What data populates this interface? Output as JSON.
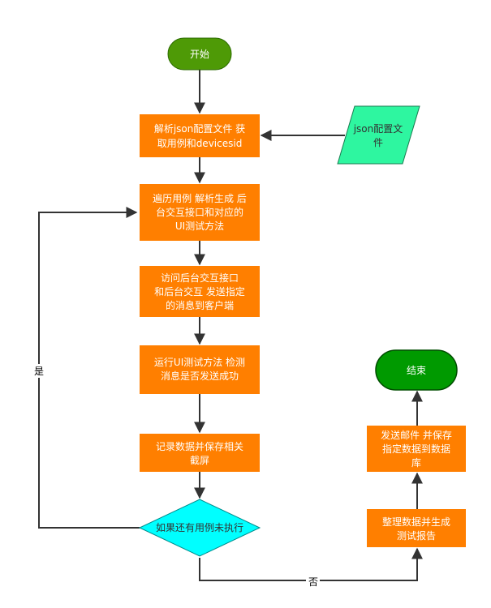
{
  "nodes": {
    "start": {
      "label": "开始",
      "color": "#4e9a06"
    },
    "parse": {
      "lines": [
        "解析json配置文件 获",
        "取用例和devicesid"
      ],
      "color": "#ff7f00"
    },
    "config": {
      "lines": [
        "json配置文",
        "件"
      ],
      "color": "#2ef6a0"
    },
    "traverse": {
      "lines": [
        "遍历用例 解析生成 后",
        "台交互接口和对应的",
        "UI测试方法"
      ],
      "color": "#ff7f00"
    },
    "access": {
      "lines": [
        "访问后台交互接口",
        "和后台交互 发送指定",
        "的消息到客户端"
      ],
      "color": "#ff7f00"
    },
    "run": {
      "lines": [
        "运行UI测试方法 检测",
        "消息是否发送成功"
      ],
      "color": "#ff7f00"
    },
    "record": {
      "lines": [
        "记录数据并保存相关",
        "截屏"
      ],
      "color": "#ff7f00"
    },
    "decision": {
      "label": "如果还有用例未执行",
      "color": "#00ffff"
    },
    "report": {
      "lines": [
        "整理数据并生成",
        "测试报告"
      ],
      "color": "#ff7f00"
    },
    "mail": {
      "lines": [
        "发送邮件 并保存",
        "指定数据到数据",
        "库"
      ],
      "color": "#ff7f00"
    },
    "end": {
      "label": "结束",
      "color": "#009a00"
    }
  },
  "edges": {
    "yes_label": "是",
    "no_label": "否"
  }
}
